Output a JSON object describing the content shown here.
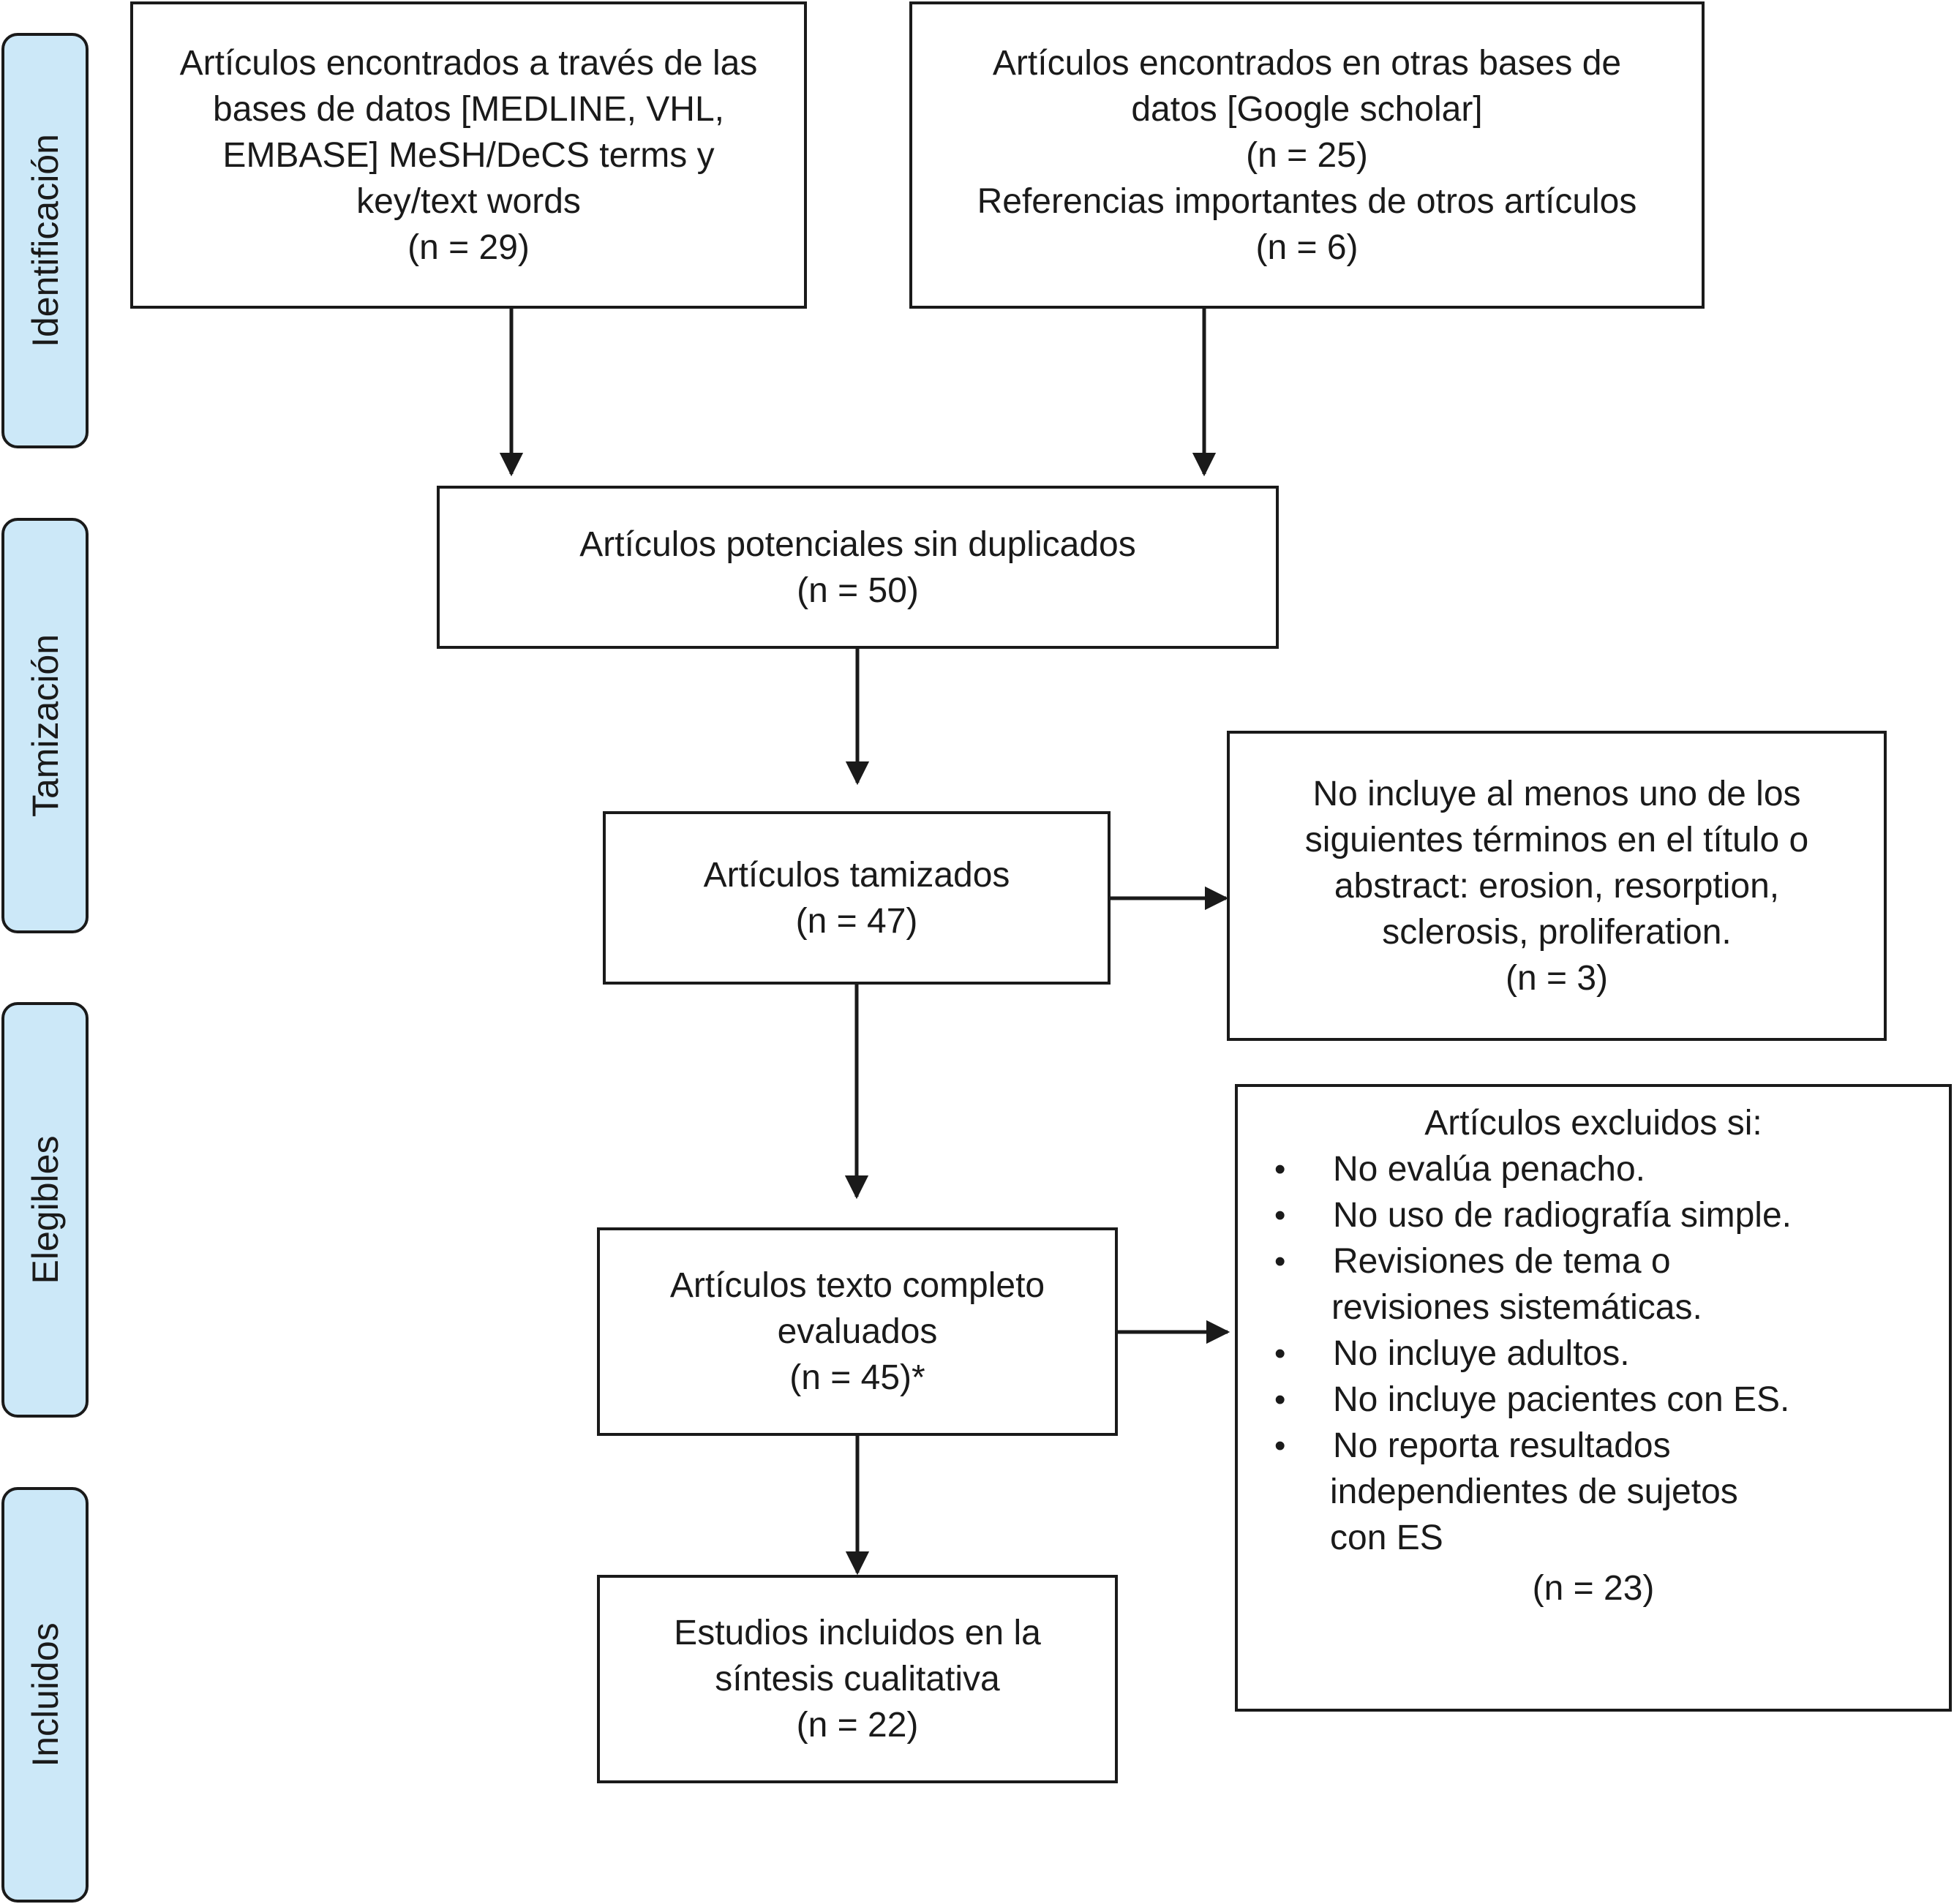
{
  "phases": [
    {
      "id": "identificacion",
      "label": "Identificación"
    },
    {
      "id": "tamizacion",
      "label": "Tamización"
    },
    {
      "id": "elegibles",
      "label": "Elegibles"
    },
    {
      "id": "incluidos",
      "label": "Incluidos"
    }
  ],
  "boxes": {
    "databases": {
      "lines": [
        "Artículos encontrados a través de las",
        "bases de datos [MEDLINE, VHL,",
        "EMBASE] MeSH/DeCS terms y",
        "key/text words",
        "(n = 29)"
      ]
    },
    "other_sources": {
      "lines": [
        "Artículos  encontrados en otras bases de",
        "datos [Google scholar]",
        "(n = 25)",
        "Referencias importantes de otros artículos",
        "(n = 6)"
      ]
    },
    "no_duplicates": {
      "lines": [
        "Artículos potenciales sin duplicados",
        "(n = 50)"
      ]
    },
    "screened": {
      "lines": [
        "Artículos tamizados",
        "(n = 47)"
      ]
    },
    "screen_excluded": {
      "lines": [
        "No incluye al menos uno de los",
        "siguientes términos en el título o",
        "abstract: erosion, resorption,",
        "sclerosis,  proliferation.",
        "(n = 3)"
      ]
    },
    "fulltext": {
      "lines": [
        "Artículos texto completo",
        "evaluados",
        "(n = 45)*"
      ]
    },
    "fulltext_excluded": {
      "title": "Artículos excluidos si:",
      "bullet_char": "•",
      "items": [
        {
          "lines": [
            "No evalúa penacho."
          ]
        },
        {
          "lines": [
            "No uso de radiografía simple."
          ]
        },
        {
          "lines": [
            "Revisiones de tema o",
            "revisiones sistemáticas."
          ]
        },
        {
          "lines": [
            "No incluye adultos."
          ]
        },
        {
          "lines": [
            "No incluye pacientes con ES."
          ]
        },
        {
          "lines": [
            "No reporta resultados",
            "independientes de sujetos",
            "con ES"
          ]
        }
      ],
      "count": "(n = 23)"
    },
    "included": {
      "lines": [
        "Estudios incluidos en la",
        "síntesis cualitativa",
        "(n = 22)"
      ]
    }
  },
  "colors": {
    "phase_fill": "#cce8f8",
    "stroke": "#1a1a1a",
    "box_fill": "#ffffff"
  }
}
